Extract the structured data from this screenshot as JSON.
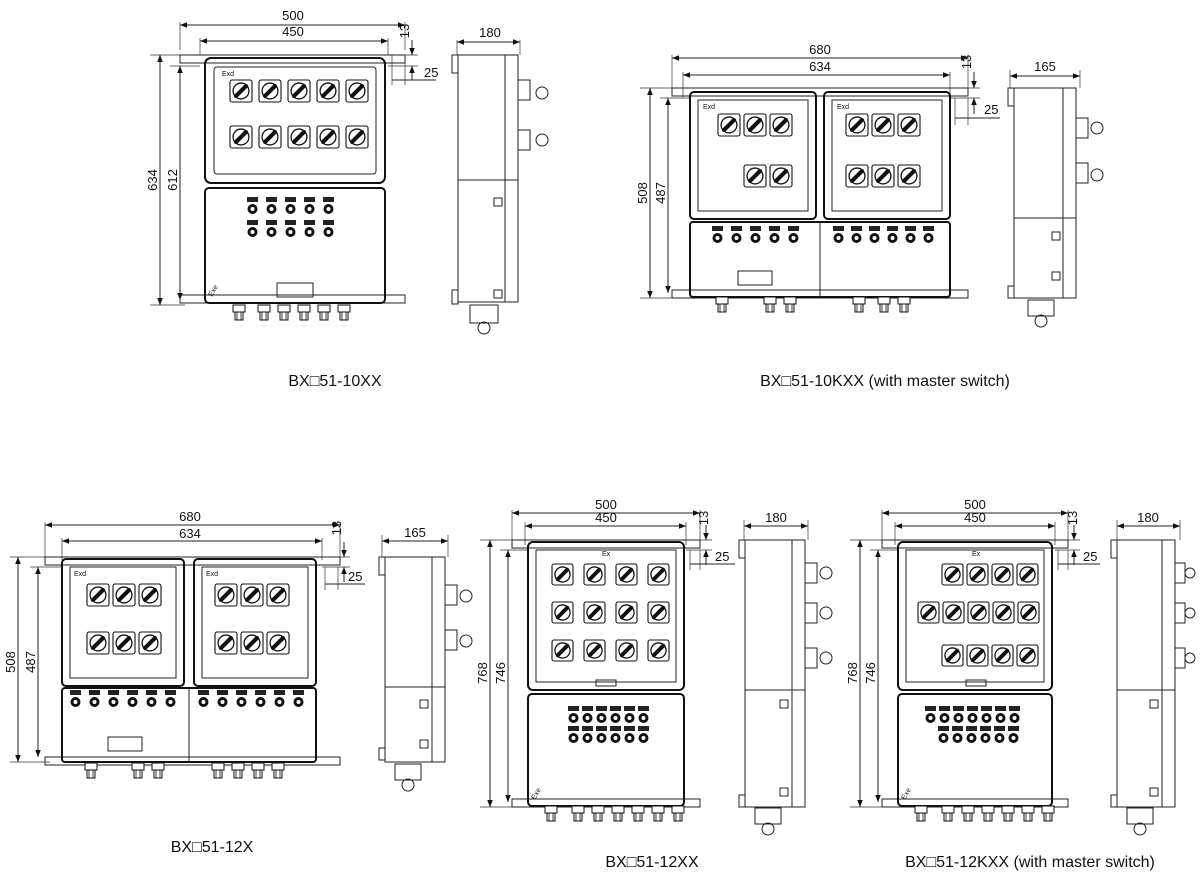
{
  "drawings": [
    {
      "id": "d1",
      "caption": "BX□51-10XX",
      "front": {
        "width": "500",
        "inner_width": "450",
        "height": "634",
        "inner_height": "612",
        "top_offset": "13",
        "side_offset": "25",
        "upper_cols": 5,
        "upper_rows": 2,
        "exd_mark": "Exd",
        "exe_mark": "Exe"
      },
      "side": {
        "depth": "180"
      }
    },
    {
      "id": "d2",
      "caption": "BX□51-10KXX (with master switch)",
      "front": {
        "width": "680",
        "inner_width": "634",
        "height": "508",
        "inner_height": "487",
        "top_offset": "13",
        "side_offset": "25",
        "exd_mark": "Exd"
      },
      "side": {
        "depth": "165"
      }
    },
    {
      "id": "d3",
      "caption": "BX□51-12X",
      "front": {
        "width": "680",
        "inner_width": "634",
        "height": "508",
        "inner_height": "487",
        "top_offset": "13",
        "side_offset": "25",
        "exd_mark": "Exd"
      },
      "side": {
        "depth": "165"
      }
    },
    {
      "id": "d4",
      "caption": "BX□51-12XX",
      "front": {
        "width": "500",
        "inner_width": "450",
        "height": "768",
        "inner_height": "746",
        "top_offset": "13",
        "side_offset": "25",
        "exd_mark": "Ex",
        "exe_mark": "Exe"
      },
      "side": {
        "depth": "180"
      }
    },
    {
      "id": "d5",
      "caption": "BX□51-12KXX (with master switch)",
      "front": {
        "width": "500",
        "inner_width": "450",
        "height": "768",
        "inner_height": "746",
        "top_offset": "13",
        "side_offset": "25",
        "exd_mark": "Ex",
        "exe_mark": "Exe"
      },
      "side": {
        "depth": "180"
      }
    }
  ]
}
